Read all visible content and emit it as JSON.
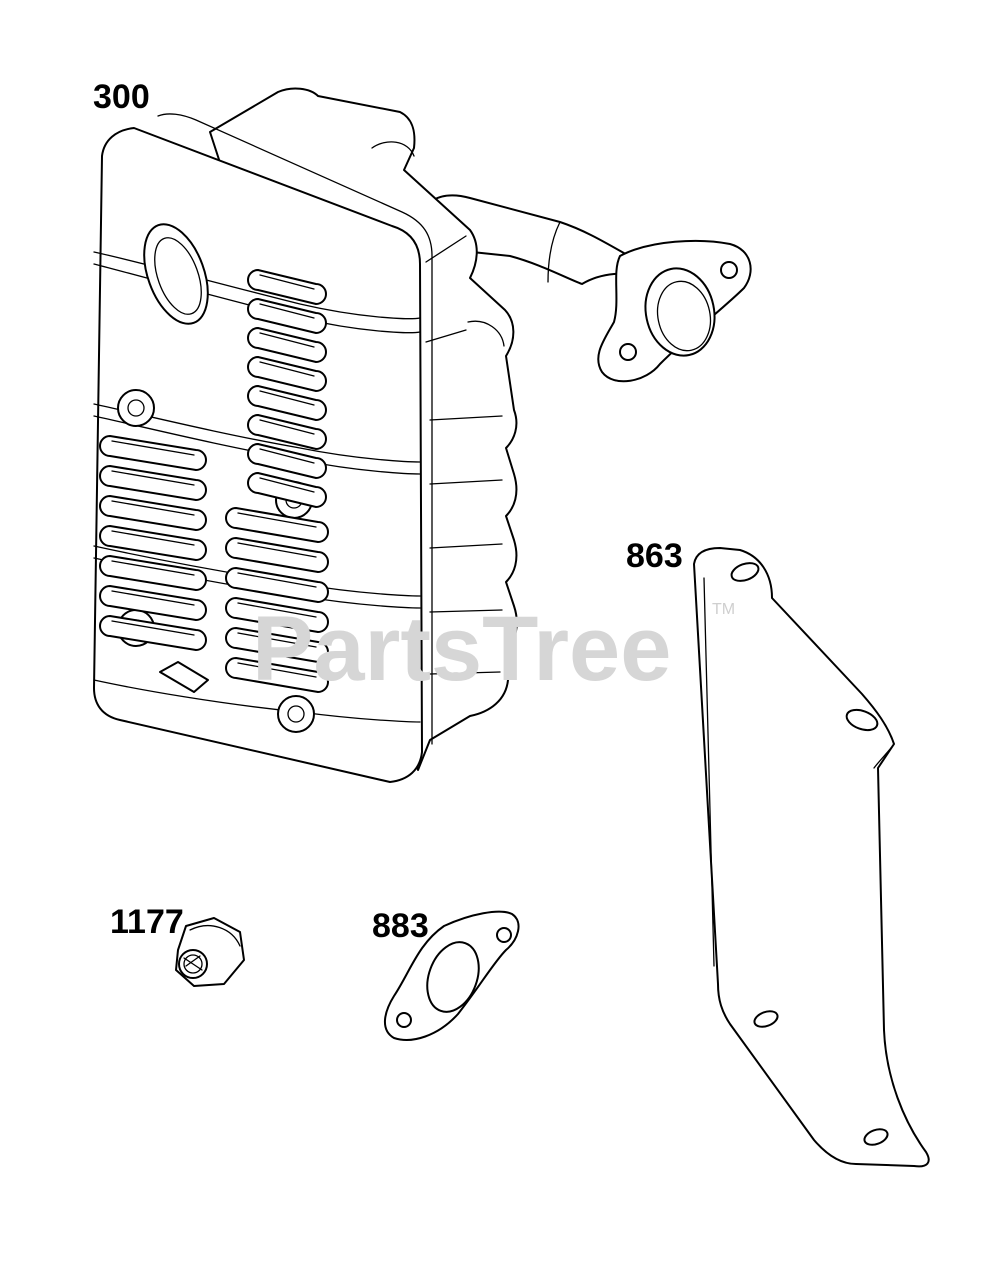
{
  "watermark": {
    "text": "PartsTree",
    "trademark": "TM"
  },
  "parts": [
    {
      "number": "300",
      "icon": "muffler-icon"
    },
    {
      "number": "863",
      "icon": "muffler-bracket-icon"
    },
    {
      "number": "1177",
      "icon": "flange-nut-icon"
    },
    {
      "number": "883",
      "icon": "exhaust-gasket-icon"
    }
  ]
}
